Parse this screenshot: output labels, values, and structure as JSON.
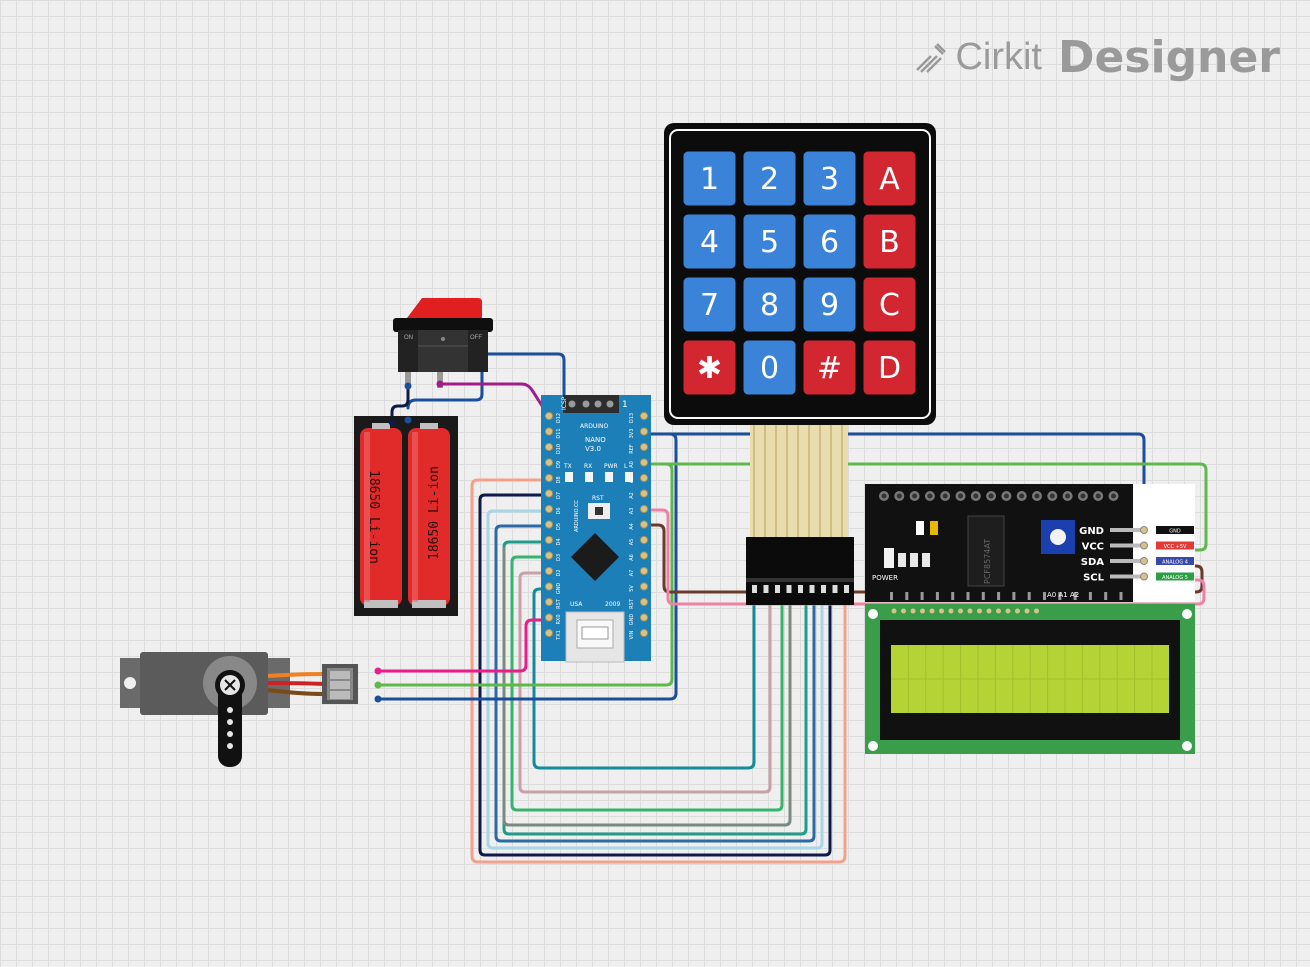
{
  "brand": {
    "word1": "Cirkit",
    "word2": "Designer",
    "icon": "pen-icon"
  },
  "keypad": {
    "keys": [
      {
        "label": "1",
        "color": "#3b82d9"
      },
      {
        "label": "2",
        "color": "#3b82d9"
      },
      {
        "label": "3",
        "color": "#3b82d9"
      },
      {
        "label": "A",
        "color": "#d22630"
      },
      {
        "label": "4",
        "color": "#3b82d9"
      },
      {
        "label": "5",
        "color": "#3b82d9"
      },
      {
        "label": "6",
        "color": "#3b82d9"
      },
      {
        "label": "B",
        "color": "#d22630"
      },
      {
        "label": "7",
        "color": "#3b82d9"
      },
      {
        "label": "8",
        "color": "#3b82d9"
      },
      {
        "label": "9",
        "color": "#3b82d9"
      },
      {
        "label": "C",
        "color": "#d22630"
      },
      {
        "label": "✱",
        "color": "#d22630"
      },
      {
        "label": "0",
        "color": "#3b82d9"
      },
      {
        "label": "#",
        "color": "#d22630"
      },
      {
        "label": "D",
        "color": "#d22630"
      }
    ]
  },
  "battery": {
    "cell1": "18650  Li-ion",
    "cell2": "18650  Li-ion"
  },
  "switch": {
    "on": "ON",
    "off": "OFF"
  },
  "nano": {
    "name": "NANO",
    "version": "V3.0",
    "brand": "ARDUINO",
    "icsp": "ICSP",
    "pin1": "1",
    "leds": [
      "TX",
      "RX",
      "PWR",
      "L"
    ],
    "rst": "RST",
    "usa": "USA",
    "year": "2009",
    "site": "ARDUINO.CC",
    "left_pins": [
      "D12",
      "D11",
      "D10",
      "D9",
      "D8",
      "D7",
      "D6",
      "D5",
      "D4",
      "D3",
      "D2",
      "GND",
      "RST",
      "RX0",
      "TX1"
    ],
    "right_pins": [
      "D13",
      "3V3",
      "REF",
      "A0",
      "A1",
      "A2",
      "A3",
      "A4",
      "A5",
      "A6",
      "A7",
      "5V",
      "RST",
      "GND",
      "VIN"
    ]
  },
  "i2c": {
    "chip": "PCF8574AT",
    "power": "POWER",
    "pins": [
      "GND",
      "VCC",
      "SDA",
      "SCL"
    ],
    "tags": [
      {
        "text": "GND",
        "color": "#111111"
      },
      {
        "text": "VCC +5V",
        "color": "#e53935"
      },
      {
        "text": "ANALOG 4",
        "color": "#3949ab"
      },
      {
        "text": "ANALOG 5",
        "color": "#2e9e44"
      }
    ],
    "addr": "A0 A1 A2"
  },
  "colors": {
    "lcd_screen": "#b5d334",
    "lcd_pcb": "#3a9d4a",
    "nano_pcb": "#1d7fb8"
  }
}
